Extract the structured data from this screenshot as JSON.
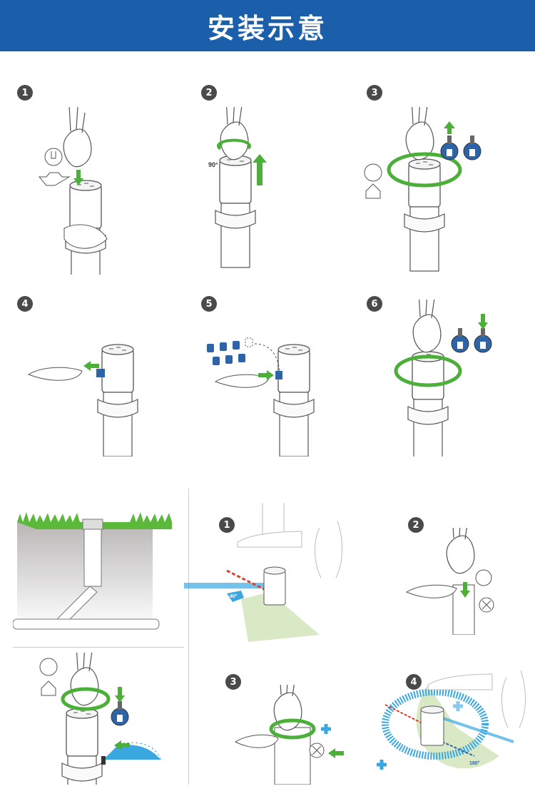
{
  "header": {
    "title": "安装示意"
  },
  "steps_top": [
    {
      "number": "1"
    },
    {
      "number": "2",
      "angle_label": "90°"
    },
    {
      "number": "3"
    },
    {
      "number": "4"
    },
    {
      "number": "5"
    },
    {
      "number": "6"
    }
  ],
  "steps_bottom": [
    {
      "number": "1",
      "angle_label": "40°"
    },
    {
      "number": "2"
    },
    {
      "number": "3"
    },
    {
      "number": "4",
      "angle_label": "180°"
    }
  ],
  "colors": {
    "header": "#1b5ea9",
    "arrow_green": "#4caf3a",
    "water_blue": "#3aa7e0",
    "nozzle_blue": "#2d64a8",
    "grass": "#5cb83a",
    "spray_green": "#cfe3b6",
    "marker_red": "#d9432f"
  }
}
